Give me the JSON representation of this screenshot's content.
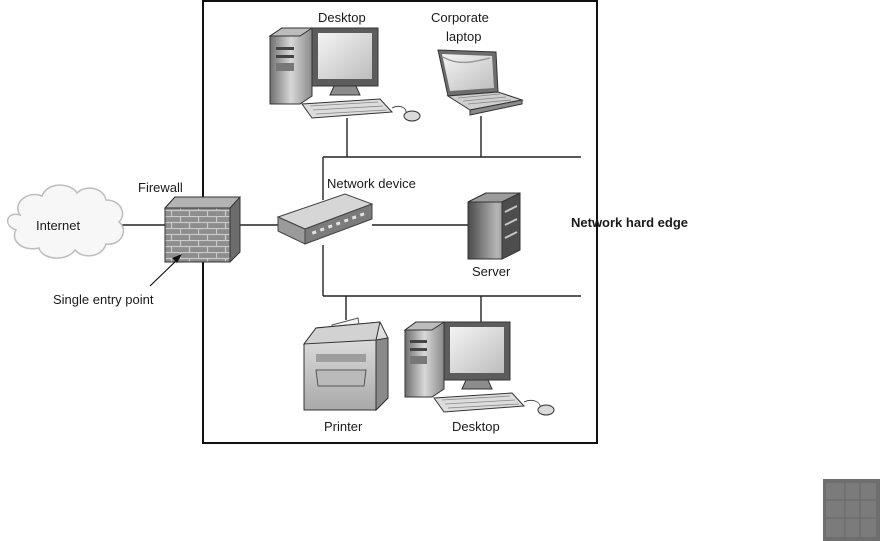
{
  "labels": {
    "desktop_top": "Desktop",
    "laptop_line1": "Corporate",
    "laptop_line2": "laptop",
    "firewall": "Firewall",
    "internet": "Internet",
    "network_device": "Network device",
    "server": "Server",
    "network_hard_edge": "Network hard edge",
    "single_entry_point": "Single entry point",
    "printer": "Printer",
    "desktop_bottom": "Desktop"
  }
}
